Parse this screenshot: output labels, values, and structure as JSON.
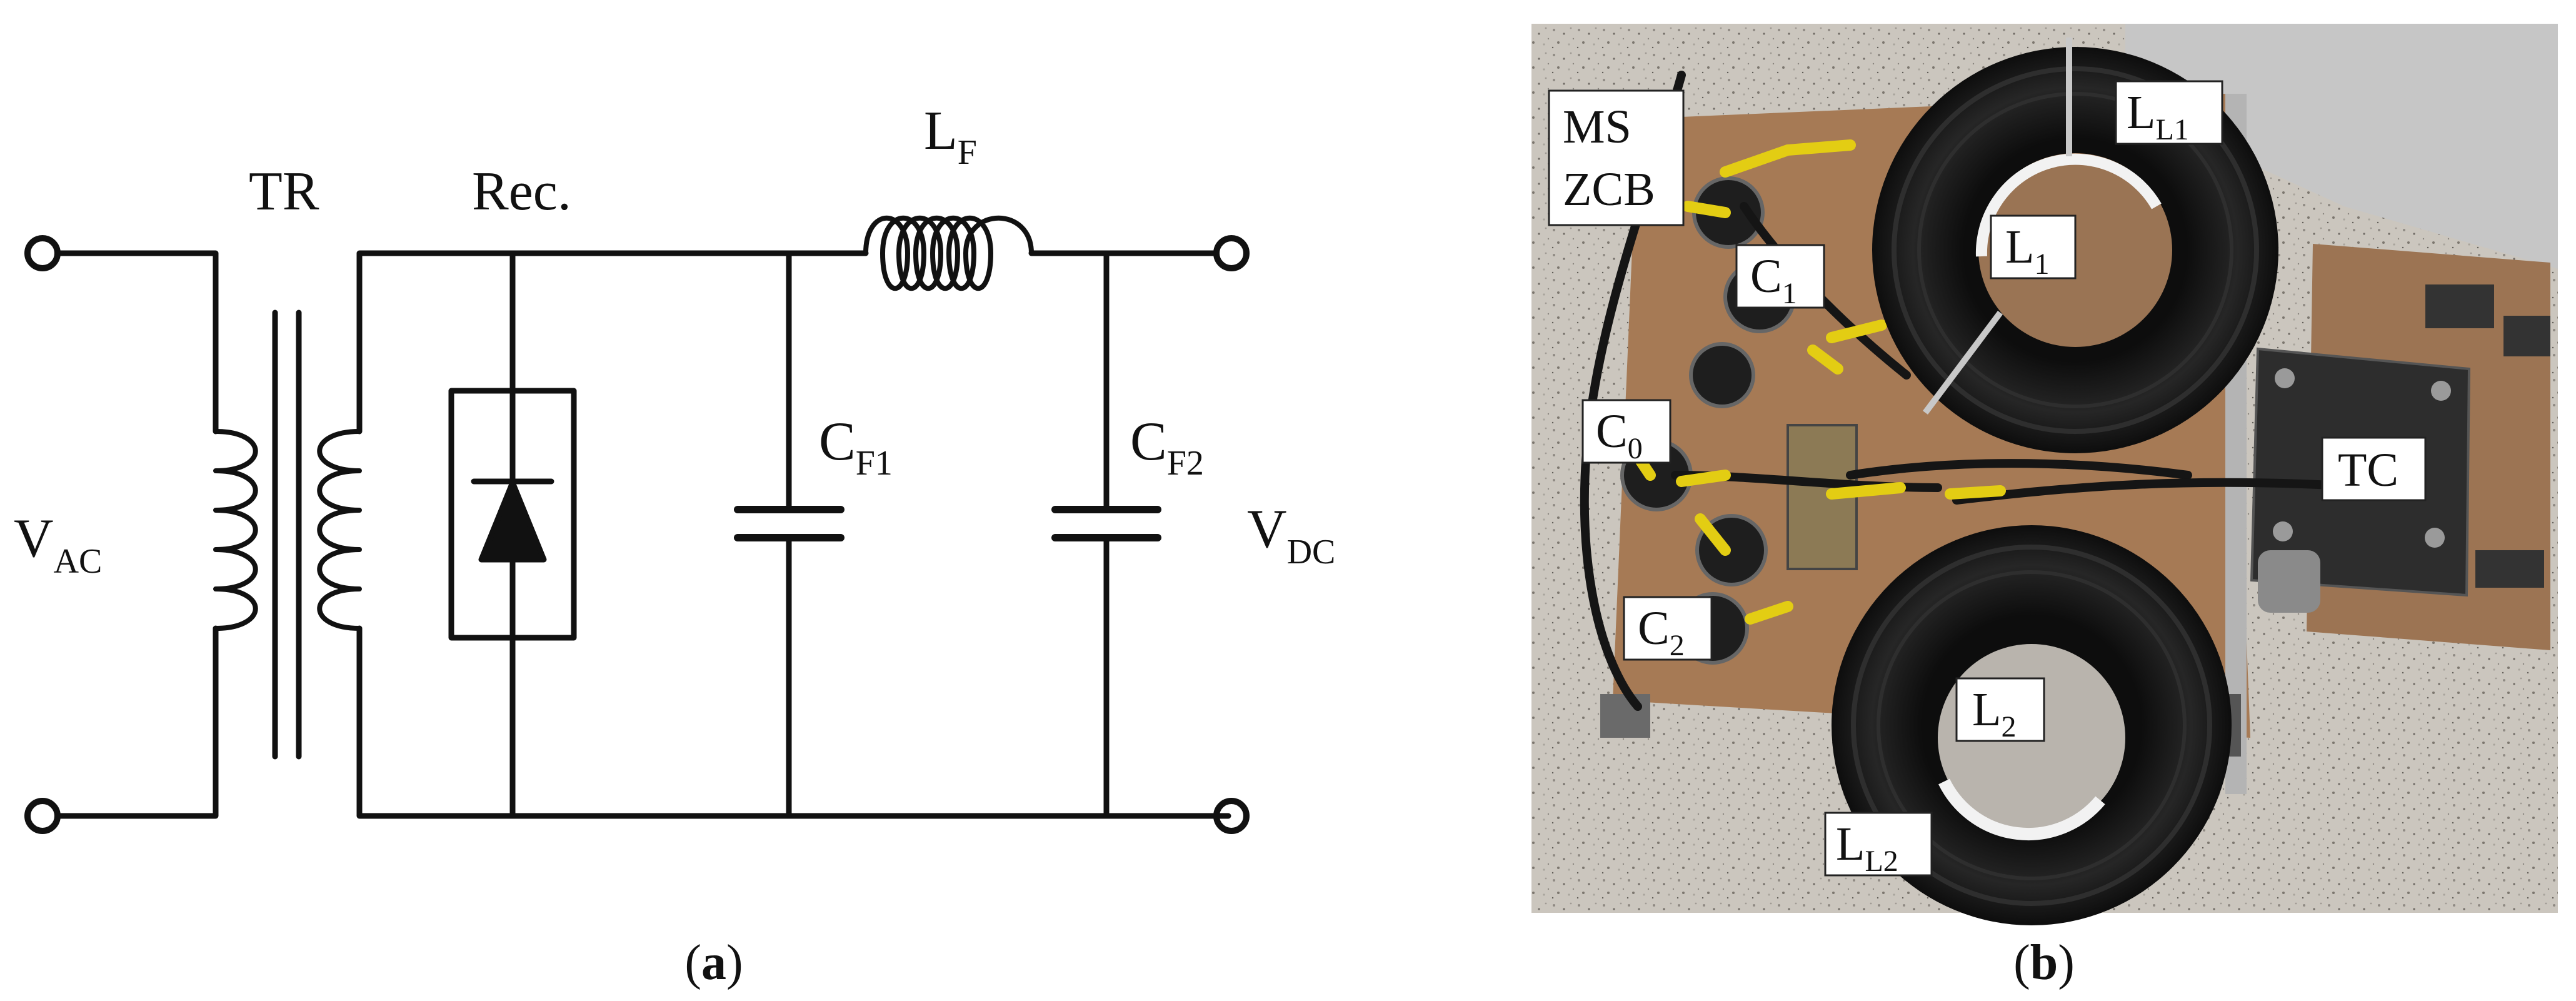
{
  "panel_a": {
    "caption": {
      "open": "(",
      "letter": "a",
      "close": ")"
    },
    "labels": {
      "vac": {
        "main": "V",
        "sub": "AC"
      },
      "tr": "TR",
      "rec": "Rec.",
      "lf": {
        "main": "L",
        "sub": "F"
      },
      "cf1": {
        "main": "C",
        "sub": "F1"
      },
      "cf2": {
        "main": "C",
        "sub": "F2"
      },
      "vdc": {
        "main": "V",
        "sub": "DC"
      }
    }
  },
  "panel_b": {
    "caption": {
      "open": "(",
      "letter": "b",
      "close": ")"
    },
    "labels": {
      "ms": "MS",
      "zcb": "ZCB",
      "ll1": {
        "main": "L",
        "sub": "L1"
      },
      "l1": {
        "main": "L",
        "sub": "1"
      },
      "c1": {
        "main": "C",
        "sub": "1"
      },
      "c0": {
        "main": "C",
        "sub": "0"
      },
      "tc": "TC",
      "c2": {
        "main": "C",
        "sub": "2"
      },
      "l2": {
        "main": "L",
        "sub": "2"
      },
      "ll2": {
        "main": "L",
        "sub": "L2"
      }
    }
  },
  "colors": {
    "line": "#111111",
    "cable": "#1a1a1a",
    "cable_highlight": "#3a3a3a",
    "floor": "#c9c3bb",
    "board": "#a97c58",
    "wall": "#c4c4c4",
    "plate": "#2b2b2b",
    "terminal": "#e8d21a"
  }
}
